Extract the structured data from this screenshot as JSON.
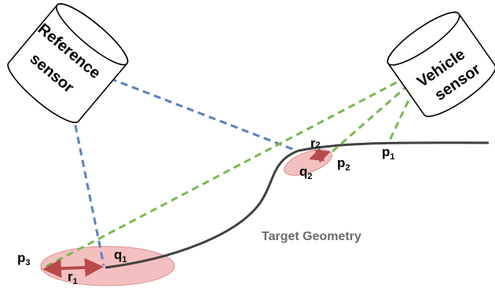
{
  "sensors": {
    "reference": {
      "line1": "Reference",
      "line2": "sensor"
    },
    "vehicle": {
      "line1": "Vehicle",
      "line2": "sensor"
    }
  },
  "points": {
    "p1": {
      "base": "p",
      "sub": "1"
    },
    "p2": {
      "base": "p",
      "sub": "2"
    },
    "p3": {
      "base": "p",
      "sub": "3"
    },
    "q1": {
      "base": "q",
      "sub": "1"
    },
    "q2": {
      "base": "q",
      "sub": "2"
    },
    "r1": {
      "base": "r",
      "sub": "1"
    },
    "r2": {
      "base": "r",
      "sub": "2"
    }
  },
  "target_label": "Target Geometry",
  "colors": {
    "reference_ray": "#5b82be",
    "vehicle_ray": "#7ab852",
    "curve": "#404040",
    "ellipse_fill": "#f4c0bf",
    "ellipse_stroke": "#d89090",
    "residual_arrow": "#b84a4a"
  }
}
